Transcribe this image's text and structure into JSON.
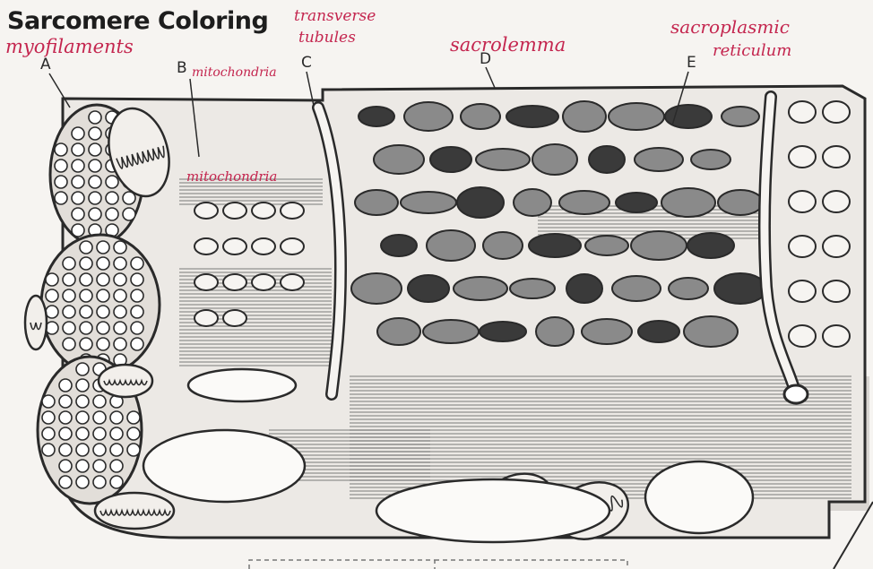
{
  "title": "Sarcomere Coloring",
  "annotations": {
    "myofilaments": "myofilaments",
    "transverse": "transverse",
    "tubules": "tubules",
    "mitochondria_top": "mitochondria",
    "mitochondria_mid": "mitochondria",
    "sarcolemma": "sacrolemma",
    "sarcoplasmic": "sacroplasmic",
    "reticulum": "reticulum"
  },
  "letters": {
    "a": "A",
    "b": "B",
    "c": "C",
    "d": "D",
    "e": "E"
  },
  "colors": {
    "ink": "#2a2a2a",
    "pen": "#c4264f",
    "paper": "#f6f4f1"
  }
}
